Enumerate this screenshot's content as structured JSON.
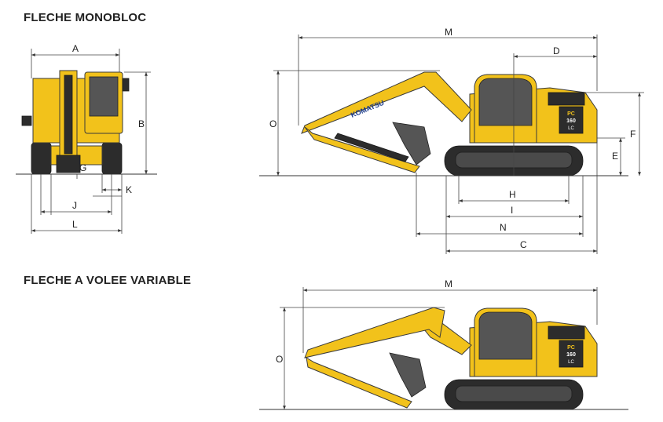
{
  "sections": {
    "monobloc_title": "FLECHE MONOBLOC",
    "variable_title": "FLECHE A VOLEE VARIABLE"
  },
  "machine": {
    "brand": "KOMATSU",
    "model_line1": "PC",
    "model_line2": "160",
    "model_line3": "LC"
  },
  "dimensions": {
    "A": "A",
    "B": "B",
    "G": "G",
    "K": "K",
    "J": "J",
    "L": "L",
    "M": "M",
    "D": "D",
    "O": "O",
    "F": "F",
    "E": "E",
    "H": "H",
    "I": "I",
    "N": "N",
    "C": "C"
  },
  "colors": {
    "machine_yellow": "#f2c21b",
    "dark": "#2c2c2c"
  }
}
